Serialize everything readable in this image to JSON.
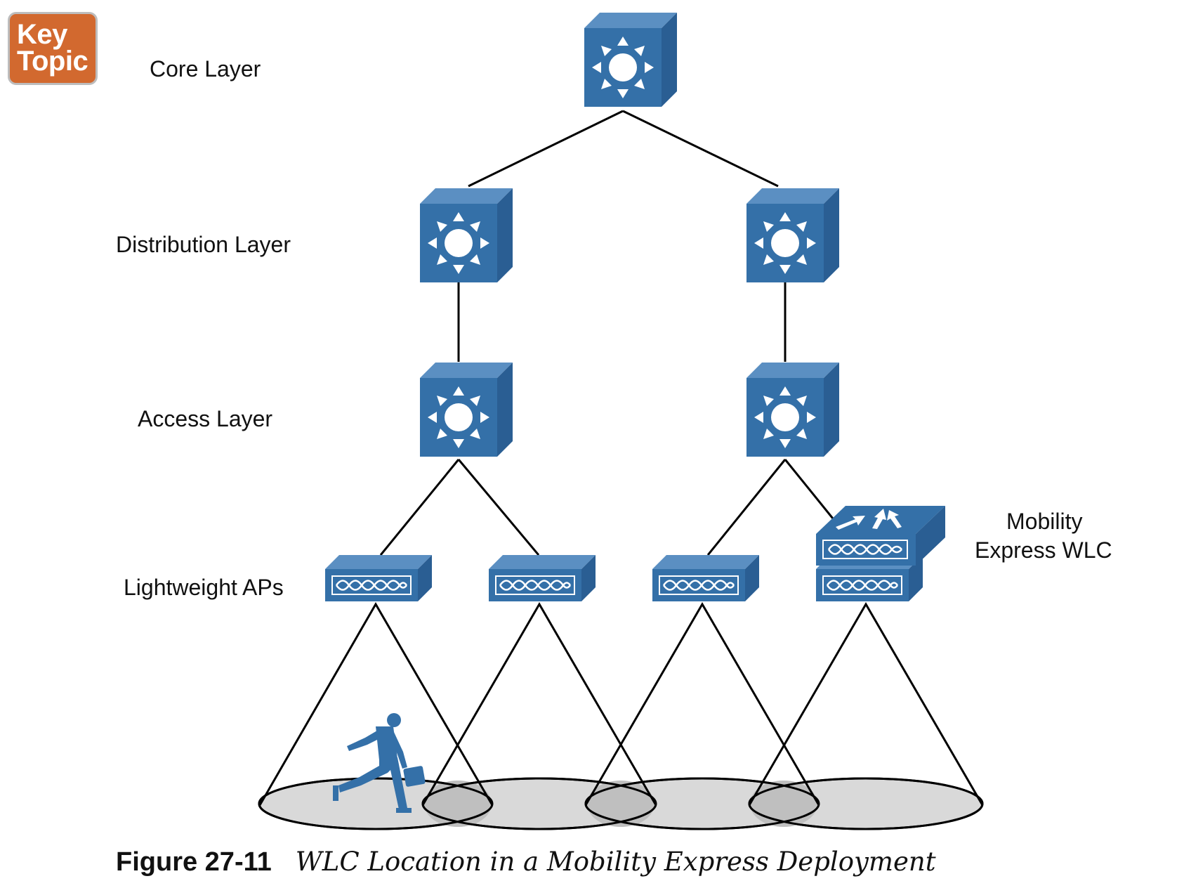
{
  "badge": {
    "line1": "Key",
    "line2": "Topic",
    "color": "#d2692f"
  },
  "labels": {
    "core": "Core Layer",
    "distribution": "Distribution Layer",
    "access": "Access Layer",
    "aps": "Lightweight APs",
    "wlc_line1": "Mobility",
    "wlc_line2": "Express WLC"
  },
  "caption": {
    "number": "Figure 27-11",
    "title": "WLC Location in a Mobility Express Deployment"
  },
  "colors": {
    "device_blue": "#3470a8",
    "device_side": "#2a5e93",
    "coverage_fill": "#d9d9d9",
    "coverage_overlap": "#bfbfbf"
  },
  "icons": {
    "switch": "multilayer-switch-icon",
    "access_point": "access-point-icon",
    "wlc": "wireless-lan-controller-icon",
    "user": "running-businessman-icon"
  }
}
